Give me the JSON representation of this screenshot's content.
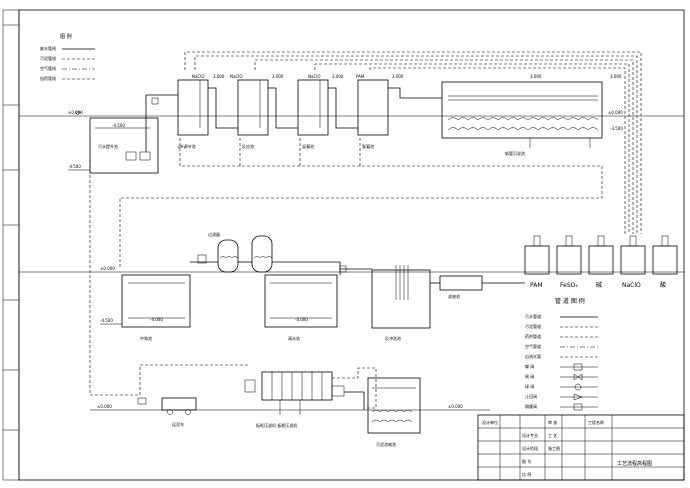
{
  "legend_top": {
    "title": "图 例",
    "items": [
      "废水管线",
      "污泥管线",
      "空气管线",
      "加药管线"
    ]
  },
  "elevations": {
    "ground_top": "±0.000",
    "bottom_top": "-4.500",
    "ground_mid": "±0.000",
    "bottom_mid": "-4.500",
    "ground_low": "±0.000",
    "ground_low_right": "±0.000",
    "ground_right": "±0.000",
    "top_level": "3.000",
    "tank_bottom": "-3.500"
  },
  "top_row": {
    "tanks": [
      {
        "label": "NaClO",
        "level": "3.000",
        "name": "pH调节池"
      },
      {
        "label": "NaClO",
        "level": "3.000",
        "name": "反应池"
      },
      {
        "label": "NaClO",
        "level": "3.000",
        "name": "混凝池"
      },
      {
        "label": "PAM",
        "level": "3.000",
        "name": "絮凝池"
      }
    ],
    "sump": {
      "name": "污水提升池",
      "level": "-4.500"
    },
    "sed": {
      "name": "斜管沉淀池",
      "level": "3.000"
    }
  },
  "mid_row": {
    "tank1": {
      "name": "中和池",
      "low": "-4.000"
    },
    "tank2": {
      "name": "清水池",
      "low": "-4.000"
    },
    "tank3": {
      "name": "反冲洗池"
    },
    "tank4": {
      "name": "滤液池"
    },
    "filters_label": "过滤器"
  },
  "dosing": {
    "labels": [
      "PAM",
      "FeSO₄",
      "碱",
      "NaClO",
      "酸"
    ]
  },
  "legend_right": {
    "title": "管 道 图 例",
    "items": [
      "污水管道",
      "污泥管道",
      "药剂管道",
      "空气管道",
      "自流水管",
      "蝶 阀",
      "闸 阀",
      "球 阀",
      "止回阀",
      "隔膜阀"
    ]
  },
  "bottom_row": {
    "truck_label": "运泥车",
    "press_label": "板框压滤机  板框压滤机",
    "sludge_tank": "污泥浓缩池"
  },
  "title_block": {
    "title": "工艺流程高程图",
    "rows": [
      [
        "设计单位",
        "",
        "审 核",
        "",
        "工程名称",
        ""
      ],
      [
        "",
        "",
        "设计专业",
        "工 艺",
        "",
        ""
      ],
      [
        "",
        "",
        "设计阶段",
        "施工图",
        "",
        ""
      ],
      [
        "",
        "",
        "图 号",
        "",
        "",
        ""
      ],
      [
        "",
        "",
        "比 例",
        "",
        "",
        ""
      ]
    ]
  }
}
